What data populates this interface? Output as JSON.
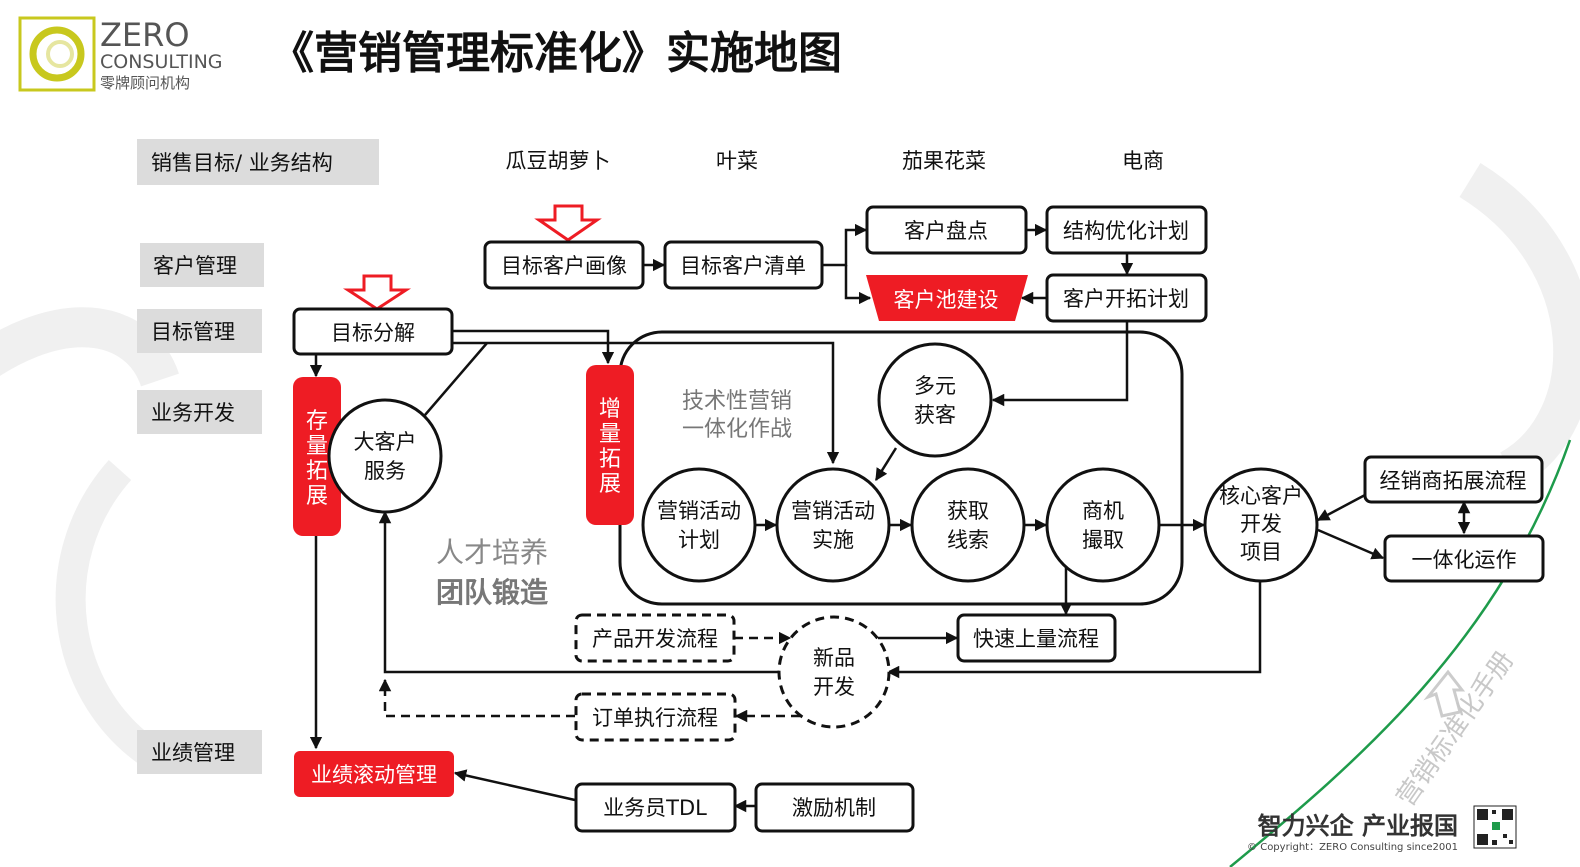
{
  "brand": {
    "name_line1": "ZERO",
    "name_line2": "CONSULTING",
    "name_cn": "零牌顾问机构",
    "accent": "#c8c81e"
  },
  "title": "《营销管理标准化》实施地图",
  "row_labels": {
    "sales_target": "销售目标/  业务结构",
    "customer_mgmt": "客户管理",
    "target_mgmt": "目标管理",
    "biz_dev": "业务开发",
    "perf_mgmt": "业绩管理"
  },
  "categories": [
    "瓜豆胡萝卜",
    "叶菜",
    "茄果花菜",
    "电商"
  ],
  "nodes": {
    "target_profile": "目标客户画像",
    "target_list": "目标客户清单",
    "inventory": "客户盘点",
    "structure_plan": "结构优化计划",
    "pool_build": "客户池建设",
    "expansion_plan": "客户开拓计划",
    "target_decompose": "目标分解",
    "stock_expand": [
      "存",
      "量",
      "拓",
      "展"
    ],
    "key_account": [
      "大客户",
      "服务"
    ],
    "increment_expand": [
      "增",
      "量",
      "拓",
      "展"
    ],
    "tech_marketing": [
      "技术性营销",
      "一体化作战"
    ],
    "multi_acquire": [
      "多元",
      "获客"
    ],
    "activity_plan": [
      "营销活动",
      "计划"
    ],
    "activity_exec": [
      "营销活动",
      "实施"
    ],
    "get_leads": [
      "获取",
      "线索"
    ],
    "capture_deal": [
      "商机",
      "撮取"
    ],
    "core_project": [
      "核心客户",
      "开发",
      "项目"
    ],
    "dealer_process": "经销商拓展流程",
    "integrated_ops": "一体化运作",
    "talent": "人才培养",
    "team": "团队锻造",
    "product_dev": "产品开发流程",
    "new_product": [
      "新品",
      "开发"
    ],
    "quick_ramp": "快速上量流程",
    "order_exec": "订单执行流程",
    "perf_rolling": "业绩滚动管理",
    "salesman_tdl": "业务员TDL",
    "incentive": "激励机制"
  },
  "watermark": "营销标准化手册",
  "footer": {
    "slogan": "智力兴企 产业报国",
    "copyright": "© Copyright：ZERO Consulting since2001"
  },
  "colors": {
    "red": "#ee1c24",
    "label_bg": "#dcdcdc",
    "green": "#1e9b4b"
  }
}
